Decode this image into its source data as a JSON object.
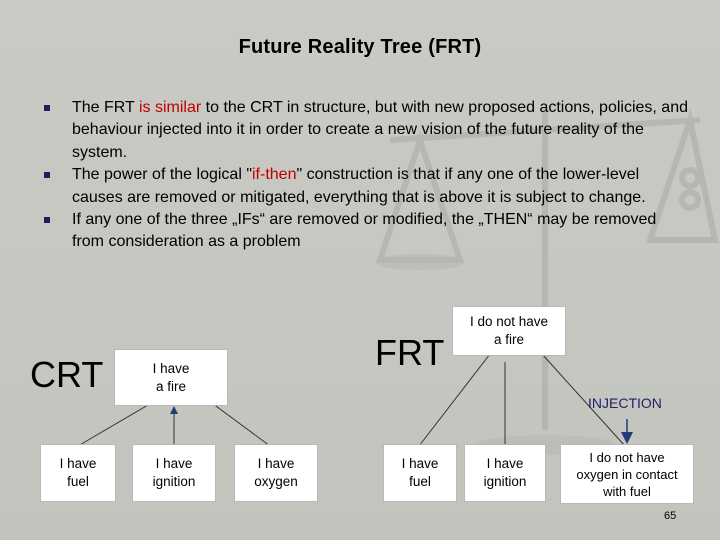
{
  "slide": {
    "title": "Future Reality Tree  (FRT)",
    "bullets": [
      {
        "pre": "The FRT ",
        "highlight": "is similar",
        "post": " to the CRT in structure, but with new proposed actions, policies, and behaviour injected into it in order to create a new vision of the future reality of the system."
      },
      {
        "pre": "The power of the logical \"",
        "highlight": "if-then",
        "post": "\" construction is that if any one of the lower-level causes are removed or mitigated, everything that is above it is subject to change."
      },
      {
        "pre": "If any one of the three „IFs“ are removed or modified, the „THEN“ may be removed from consideration as a problem",
        "highlight": "",
        "post": ""
      }
    ],
    "page_number": "65",
    "colors": {
      "highlight": "#c00000",
      "bullet": "#1f1f5e",
      "injection": "#1f1f6e",
      "arrow": "#1f3d7a"
    }
  },
  "crt": {
    "label": "CRT",
    "top_box": "I have\na fire",
    "causes": [
      "I have\nfuel",
      "I have\nignition",
      "I have\noxygen"
    ]
  },
  "frt": {
    "label": "FRT",
    "top_box": "I do not have\na fire",
    "causes": [
      "I have\nfuel",
      "I have\nignition",
      "I do not have\noxygen in contact\nwith fuel"
    ],
    "injection_label": "INJECTION"
  }
}
